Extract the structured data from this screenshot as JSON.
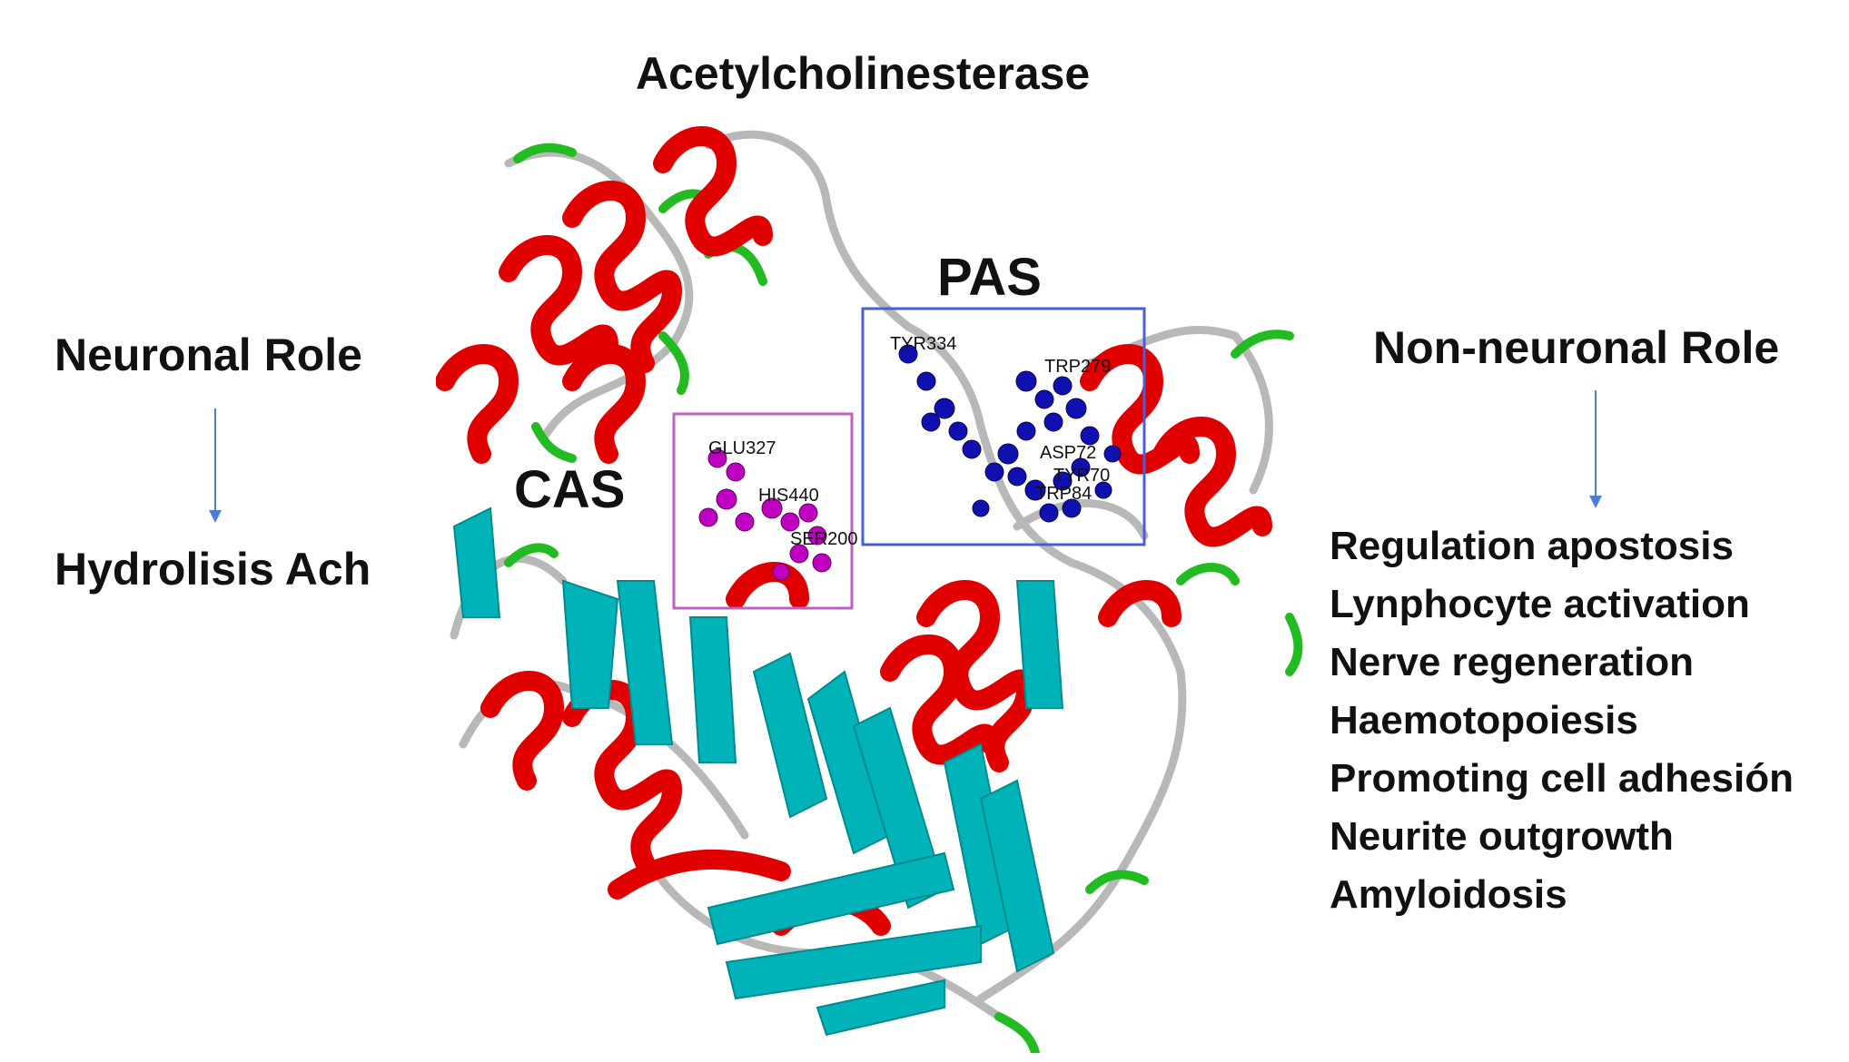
{
  "title": "Acetylcholinesterase",
  "neuronal": {
    "heading": "Neuronal Role",
    "item": "Hydrolisis Ach"
  },
  "non_neuronal": {
    "heading": "Non-neuronal Role",
    "items": [
      "Regulation apostosis",
      "Lynphocyte activation",
      "Nerve regeneration",
      "Haemotopoiesis",
      "Promoting cell adhesión",
      "Neurite outgrowth",
      "Amyloidosis"
    ]
  },
  "sites": {
    "pas": {
      "label": "PAS",
      "residues": [
        "TYR334",
        "TRP279",
        "ASP72",
        "TYR70",
        "TRP84"
      ]
    },
    "cas": {
      "label": "CAS",
      "residues": [
        "GLU327",
        "HIS440",
        "SER200"
      ]
    }
  },
  "colors": {
    "helix": "#e00000",
    "sheet": "#00b3b8",
    "coil": "#b8b8b8",
    "turn": "#22bb22",
    "pas_box": "#4a5fd6",
    "cas_box": "#c060c0",
    "pas_atoms": "#1010b0",
    "cas_atoms": "#c000c0",
    "arrow": "#4a7fd6"
  }
}
